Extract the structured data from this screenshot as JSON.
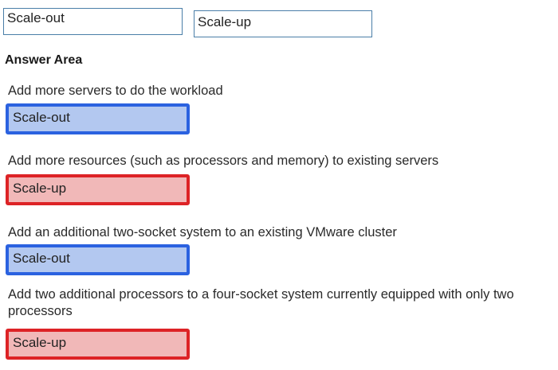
{
  "tiles": [
    "Scale-out",
    "Scale-up"
  ],
  "answer_area": {
    "title": "Answer Area",
    "items": [
      {
        "statement": "Add more servers to do the workload",
        "answer": "Scale-out",
        "highlight_color": "#2b62e0"
      },
      {
        "statement": "Add more resources (such as processors and memory) to existing servers",
        "answer": "Scale-up",
        "highlight_color": "#dd2326"
      },
      {
        "statement": "Add an additional two-socket system to an existing VMware cluster",
        "answer": "Scale-out",
        "highlight_color": "#2b62e0"
      },
      {
        "statement": "Add two additional processors to a four-socket system currently equipped with only two processors",
        "answer": "Scale-up",
        "highlight_color": "#dd2326"
      }
    ]
  }
}
